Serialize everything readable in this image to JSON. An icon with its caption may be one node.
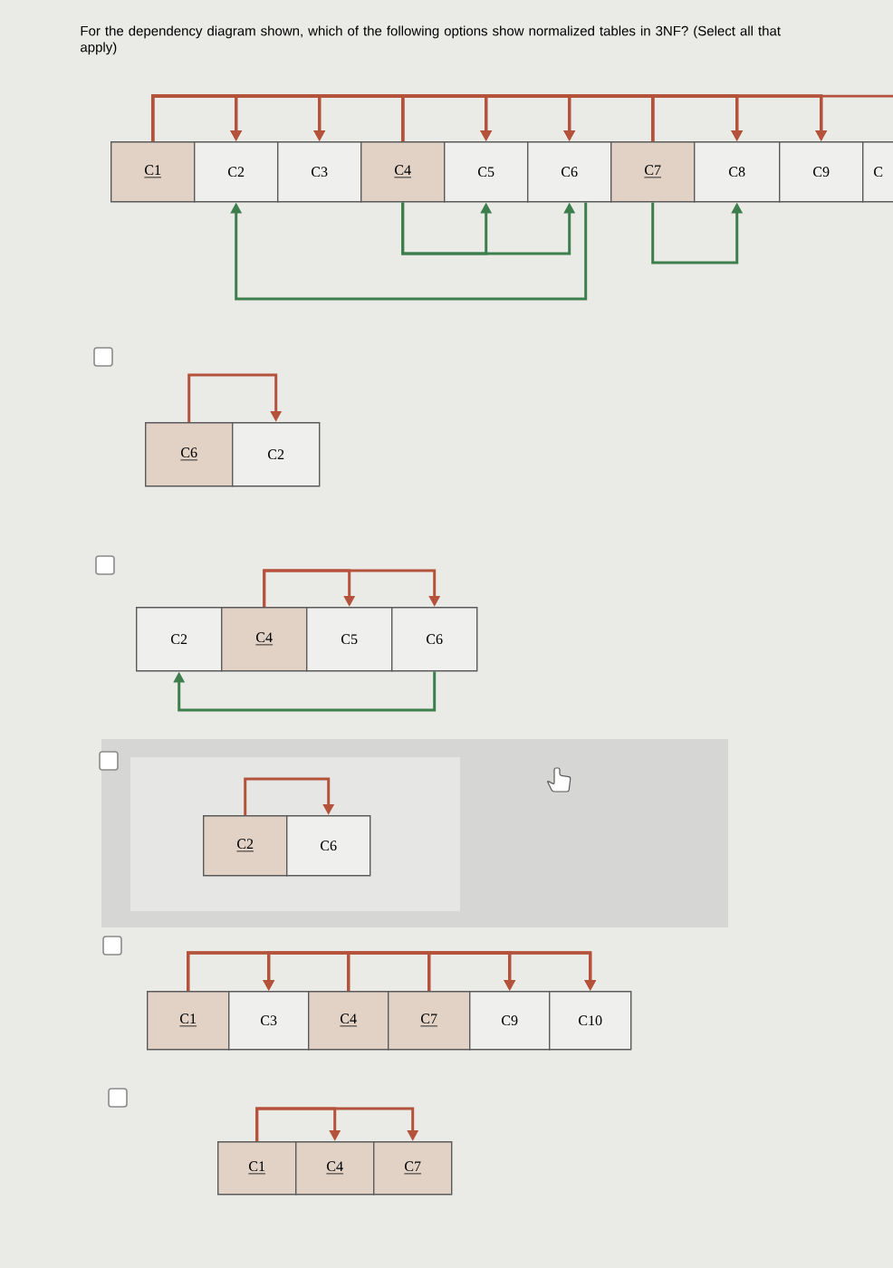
{
  "diagram": {
    "title": "For the dependency diagram shown, which of the following options show normalized tables in 3NF? (Select all that apply)",
    "nodes": [
      {
        "text": [
          "C1"
        ]
      },
      {
        "text": [
          "C2"
        ]
      },
      {
        "text": [
          "C3"
        ]
      },
      {
        "text": [
          "C4"
        ]
      },
      {
        "text": [
          "C5"
        ]
      },
      {
        "text": [
          "C6"
        ]
      },
      {
        "text": [
          "C7"
        ]
      },
      {
        "text": [
          "C8"
        ]
      },
      {
        "text": [
          "C9"
        ]
      },
      {
        "text": [
          "C"
        ]
      },
      {
        "text": [
          "C6"
        ]
      },
      {
        "text": [
          "C2"
        ]
      },
      {
        "text": [
          "C2"
        ]
      },
      {
        "text": [
          "C4"
        ]
      },
      {
        "text": [
          "C5"
        ]
      },
      {
        "text": [
          "C6"
        ]
      },
      {
        "text": [
          "C2"
        ]
      },
      {
        "text": [
          "C6"
        ]
      },
      {
        "text": [
          "C1"
        ]
      },
      {
        "text": [
          "C3"
        ]
      },
      {
        "text": [
          "C4"
        ]
      },
      {
        "text": [
          "C7"
        ]
      },
      {
        "text": [
          "C9"
        ]
      },
      {
        "text": [
          "C10"
        ]
      },
      {
        "text": [
          "C1"
        ]
      },
      {
        "text": [
          "C4"
        ]
      },
      {
        "text": [
          "C7"
        ]
      }
    ],
    "edges": [
      {
        "from": 0,
        "to": 1,
        "arrow": "to"
      },
      {
        "from": 0,
        "to": 2,
        "arrow": "to"
      },
      {
        "from": 0,
        "to": 4,
        "arrow": "to"
      },
      {
        "from": 0,
        "to": 5,
        "arrow": "to"
      },
      {
        "from": 0,
        "to": 7,
        "arrow": "to"
      },
      {
        "from": 0,
        "to": 8,
        "arrow": "to"
      },
      {
        "from": 3,
        "to": 1,
        "arrow": "to"
      },
      {
        "from": 3,
        "to": 2,
        "arrow": "to"
      },
      {
        "from": 3,
        "to": 4,
        "arrow": "to"
      },
      {
        "from": 3,
        "to": 5,
        "arrow": "to"
      },
      {
        "from": 3,
        "to": 7,
        "arrow": "to"
      },
      {
        "from": 3,
        "to": 8,
        "arrow": "to"
      },
      {
        "from": 6,
        "to": 1,
        "arrow": "to"
      },
      {
        "from": 6,
        "to": 2,
        "arrow": "to"
      },
      {
        "from": 6,
        "to": 4,
        "arrow": "to"
      },
      {
        "from": 6,
        "to": 5,
        "arrow": "to"
      },
      {
        "from": 6,
        "to": 7,
        "arrow": "to"
      },
      {
        "from": 6,
        "to": 8,
        "arrow": "to"
      },
      {
        "from": 3,
        "to": 4,
        "arrow": "to",
        "color": "#3d7f4c"
      },
      {
        "from": 3,
        "to": 5,
        "arrow": "to",
        "color": "#3d7f4c"
      },
      {
        "from": 5,
        "to": 1,
        "arrow": "to",
        "color": "#3d7f4c"
      },
      {
        "from": 6,
        "to": 7,
        "arrow": "to",
        "color": "#3d7f4c"
      },
      {
        "from": 10,
        "to": 11,
        "arrow": "to"
      },
      {
        "from": 13,
        "to": 14,
        "arrow": "to"
      },
      {
        "from": 13,
        "to": 15,
        "arrow": "to"
      },
      {
        "from": 15,
        "to": 12,
        "arrow": "to",
        "color": "#3d7f4c"
      },
      {
        "from": 16,
        "to": 17,
        "arrow": "to"
      },
      {
        "from": 18,
        "to": 19,
        "arrow": "to"
      },
      {
        "from": 18,
        "to": 22,
        "arrow": "to"
      },
      {
        "from": 18,
        "to": 23,
        "arrow": "to"
      },
      {
        "from": 20,
        "to": 19,
        "arrow": "to"
      },
      {
        "from": 20,
        "to": 22,
        "arrow": "to"
      },
      {
        "from": 20,
        "to": 23,
        "arrow": "to"
      },
      {
        "from": 21,
        "to": 19,
        "arrow": "to"
      },
      {
        "from": 21,
        "to": 22,
        "arrow": "to"
      },
      {
        "from": 21,
        "to": 23,
        "arrow": "to"
      },
      {
        "from": 24,
        "to": 25,
        "arrow": "to"
      },
      {
        "from": 24,
        "to": 26,
        "arrow": "to"
      }
    ]
  }
}
